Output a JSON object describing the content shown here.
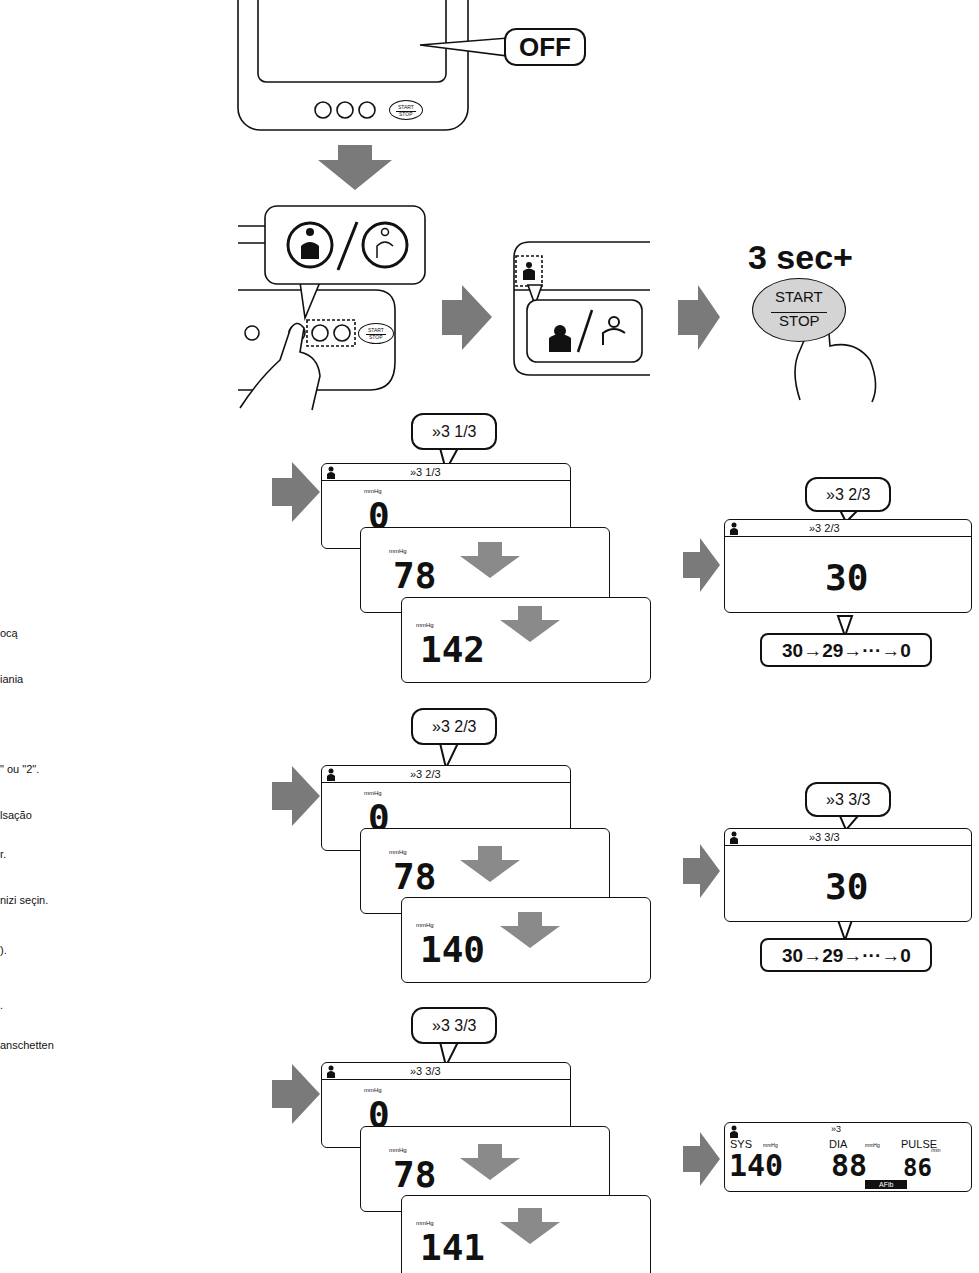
{
  "diagram": {
    "nodes": [
      {
        "text": [
          "OFF"
        ]
      },
      {
        "text": [
          "START",
          "STOP"
        ]
      },
      {
        "text": [
          "START",
          "STOP"
        ]
      },
      {
        "text": [
          "START",
          "STOP"
        ]
      },
      {
        "text": [
          "»3 1/3"
        ]
      },
      {
        "text": [
          "»3 1/3",
          "mmHg",
          "0"
        ]
      },
      {
        "text": [
          "mmHg",
          "78"
        ]
      },
      {
        "text": [
          "mmHg",
          "142"
        ]
      },
      {
        "text": [
          "»3 2/3"
        ]
      },
      {
        "text": [
          "»3 2/3",
          "30"
        ]
      },
      {
        "text": [
          "30→29→···→0"
        ]
      },
      {
        "text": [
          "»3 2/3"
        ]
      },
      {
        "text": [
          "»3 2/3",
          "mmHg",
          "0"
        ]
      },
      {
        "text": [
          "mmHg",
          "78"
        ]
      },
      {
        "text": [
          "mmHg",
          "140"
        ]
      },
      {
        "text": [
          "»3 3/3"
        ]
      },
      {
        "text": [
          "»3 3/3",
          "30"
        ]
      },
      {
        "text": [
          "30→29→···→0"
        ]
      },
      {
        "text": [
          "»3 3/3"
        ]
      },
      {
        "text": [
          "»3 3/3",
          "mmHg",
          "0"
        ]
      },
      {
        "text": [
          "mmHg",
          "78"
        ]
      },
      {
        "text": [
          "mmHg",
          "141"
        ]
      },
      {
        "text": [
          "»3",
          "SYS",
          "mmHg",
          "DIA",
          "mmHg",
          "PULSE",
          "/min",
          "140",
          "88",
          "86",
          "AFib"
        ]
      }
    ],
    "labels": [
      "3 sec+",
      "ocą",
      "iania",
      "\" ou \"2\".",
      "lsação",
      "r.",
      "nizi seçin.",
      ").",
      ".",
      "anschetten"
    ]
  }
}
